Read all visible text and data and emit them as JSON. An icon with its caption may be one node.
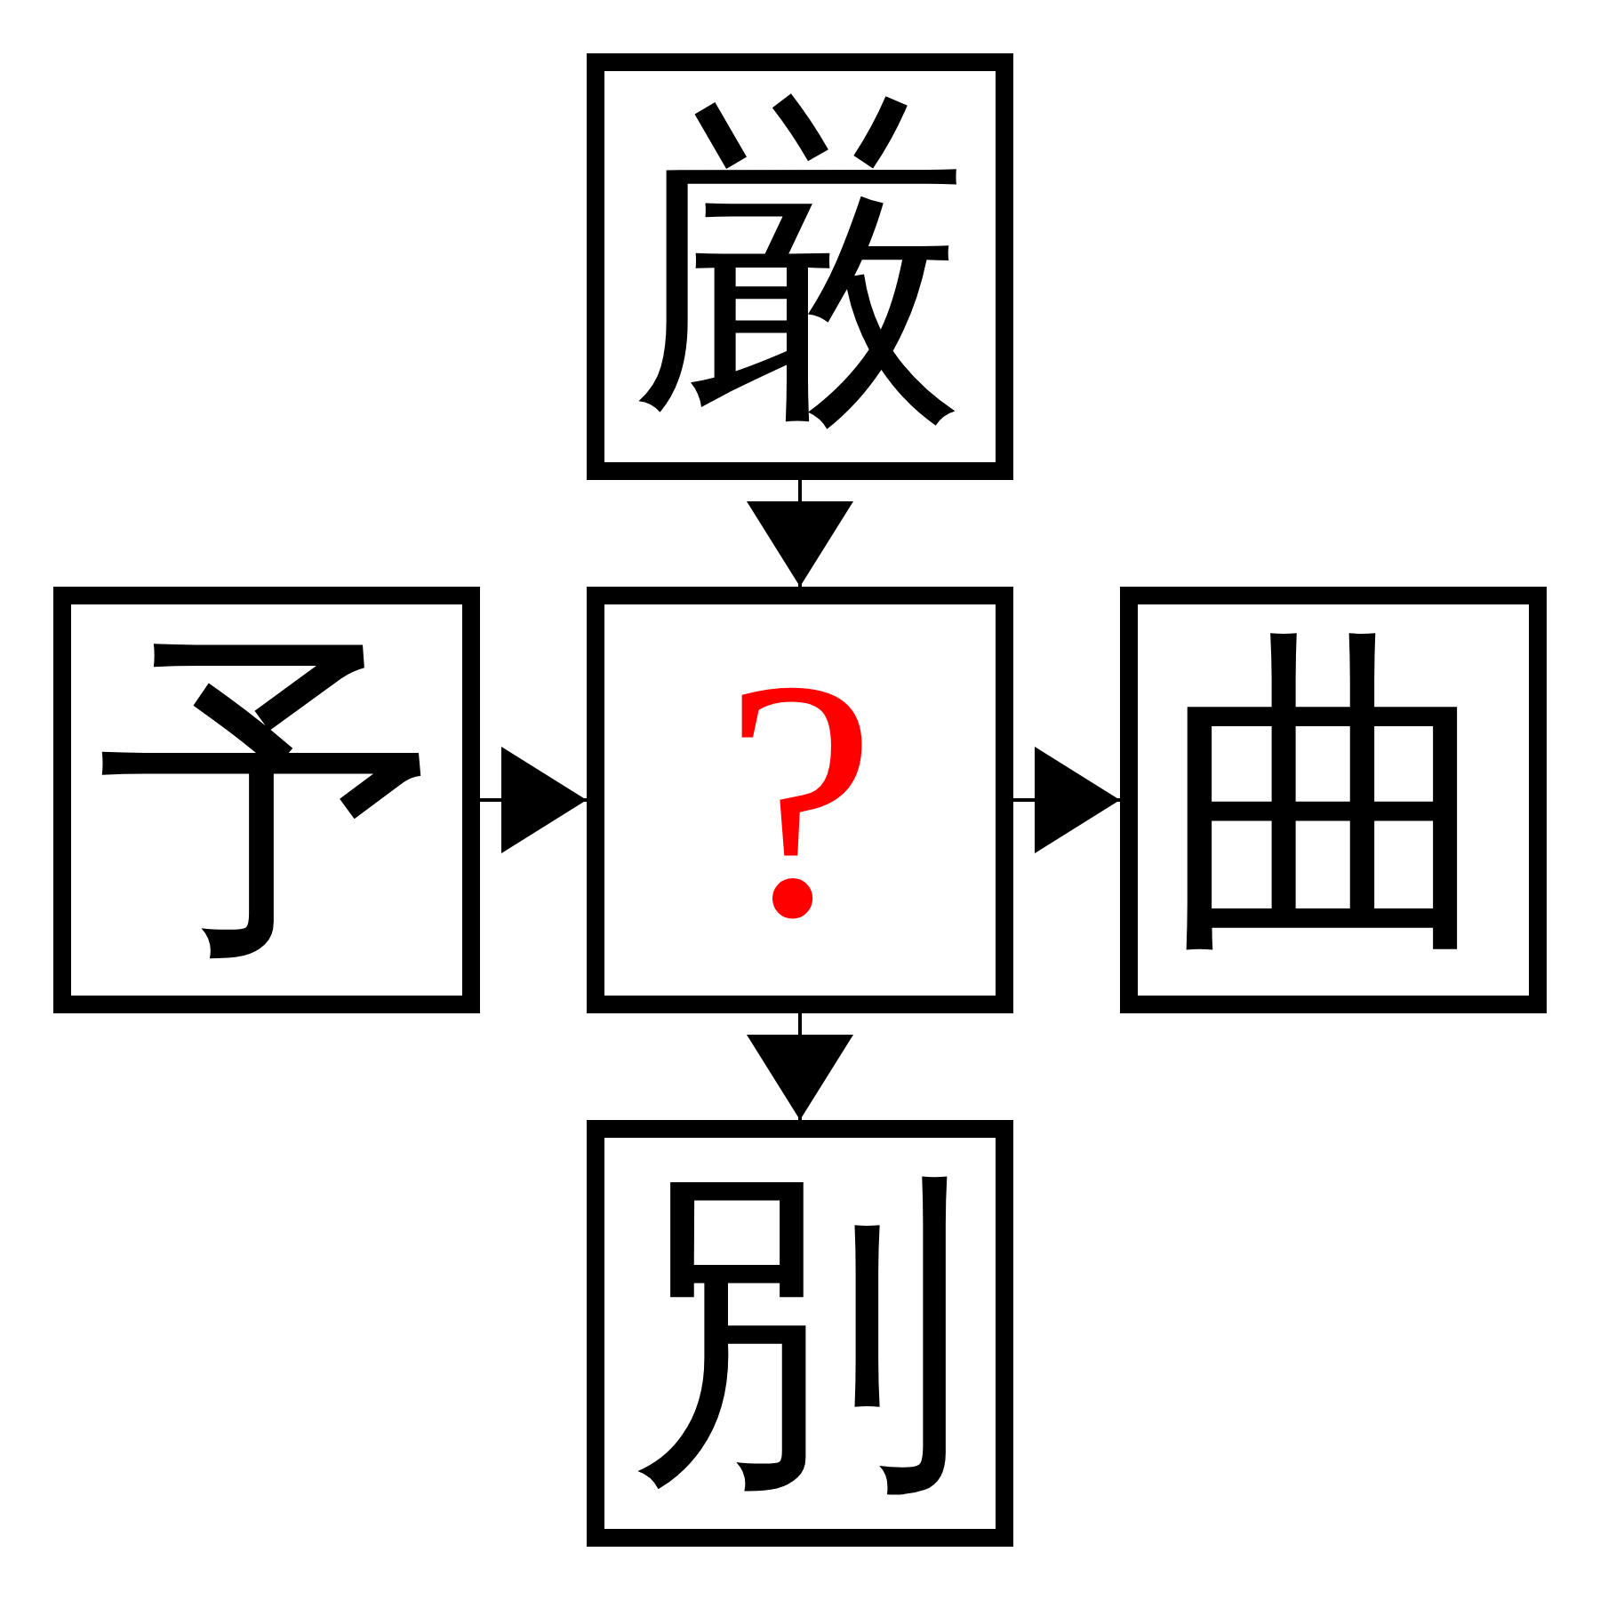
{
  "diagram": {
    "nodes": [
      {
        "text": [
          "厳"
        ]
      },
      {
        "text": [
          "予"
        ]
      },
      {
        "text": [
          "?"
        ]
      },
      {
        "text": [
          "曲"
        ]
      },
      {
        "text": [
          "別"
        ]
      }
    ],
    "edges": [
      {
        "from": 0,
        "to": 2,
        "arrow": "to"
      },
      {
        "from": 1,
        "to": 2,
        "arrow": "to"
      },
      {
        "from": 2,
        "to": 3,
        "arrow": "to"
      },
      {
        "from": 2,
        "to": 4,
        "arrow": "to"
      }
    ]
  }
}
